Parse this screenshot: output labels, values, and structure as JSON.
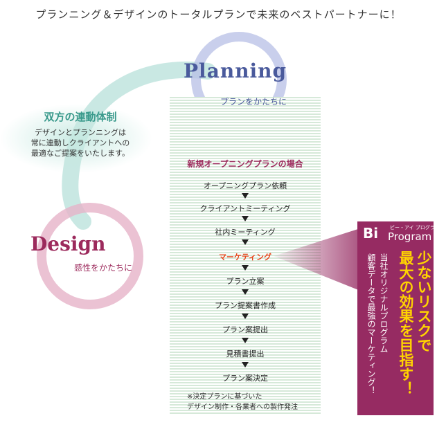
{
  "headline": "プランニング＆デザインのトータルプランで未来のベストパートナーに！",
  "planning": {
    "title": "Planning",
    "subtitle": "プランをかたちに"
  },
  "design": {
    "title": "Design",
    "subtitle": "感性をかたちに"
  },
  "collaboration": {
    "title": "双方の連動体制",
    "lines": [
      "デザインとプランニングは",
      "常に連動しクライアントへの",
      "最適なご提案をいたします。"
    ]
  },
  "flow": {
    "heading": "新規オープニングプランの場合",
    "steps": [
      "オープニングプラン依頼",
      "クライアントミーティング",
      "社内ミーティング",
      "マーケティング",
      "プラン立案",
      "プラン提案書作成",
      "プラン案提出",
      "見積書提出",
      "プラン案決定"
    ],
    "highlight_step": "マーケティング",
    "note_lines": [
      "※決定プランに基づいた",
      "デザイン制作・各業者への製作発注"
    ]
  },
  "bi_program": {
    "logo_bi": "Bi",
    "logo_ruby": "ビー・アイ プログラム",
    "logo_program": "Program",
    "slogan_lines": [
      "少ないリスクで",
      "最大の効果を目指す！"
    ],
    "description_lines": [
      "当社オリジナルプログラム",
      "顧客データで最強のマーケティング！"
    ]
  },
  "colors": {
    "planning": "#4a5a9c",
    "design": "#9c2a5c",
    "collaboration": "#3a9a8c",
    "highlight": "#e8441a",
    "bi_box": "#962b62",
    "bi_slogan": "#ffd400"
  }
}
